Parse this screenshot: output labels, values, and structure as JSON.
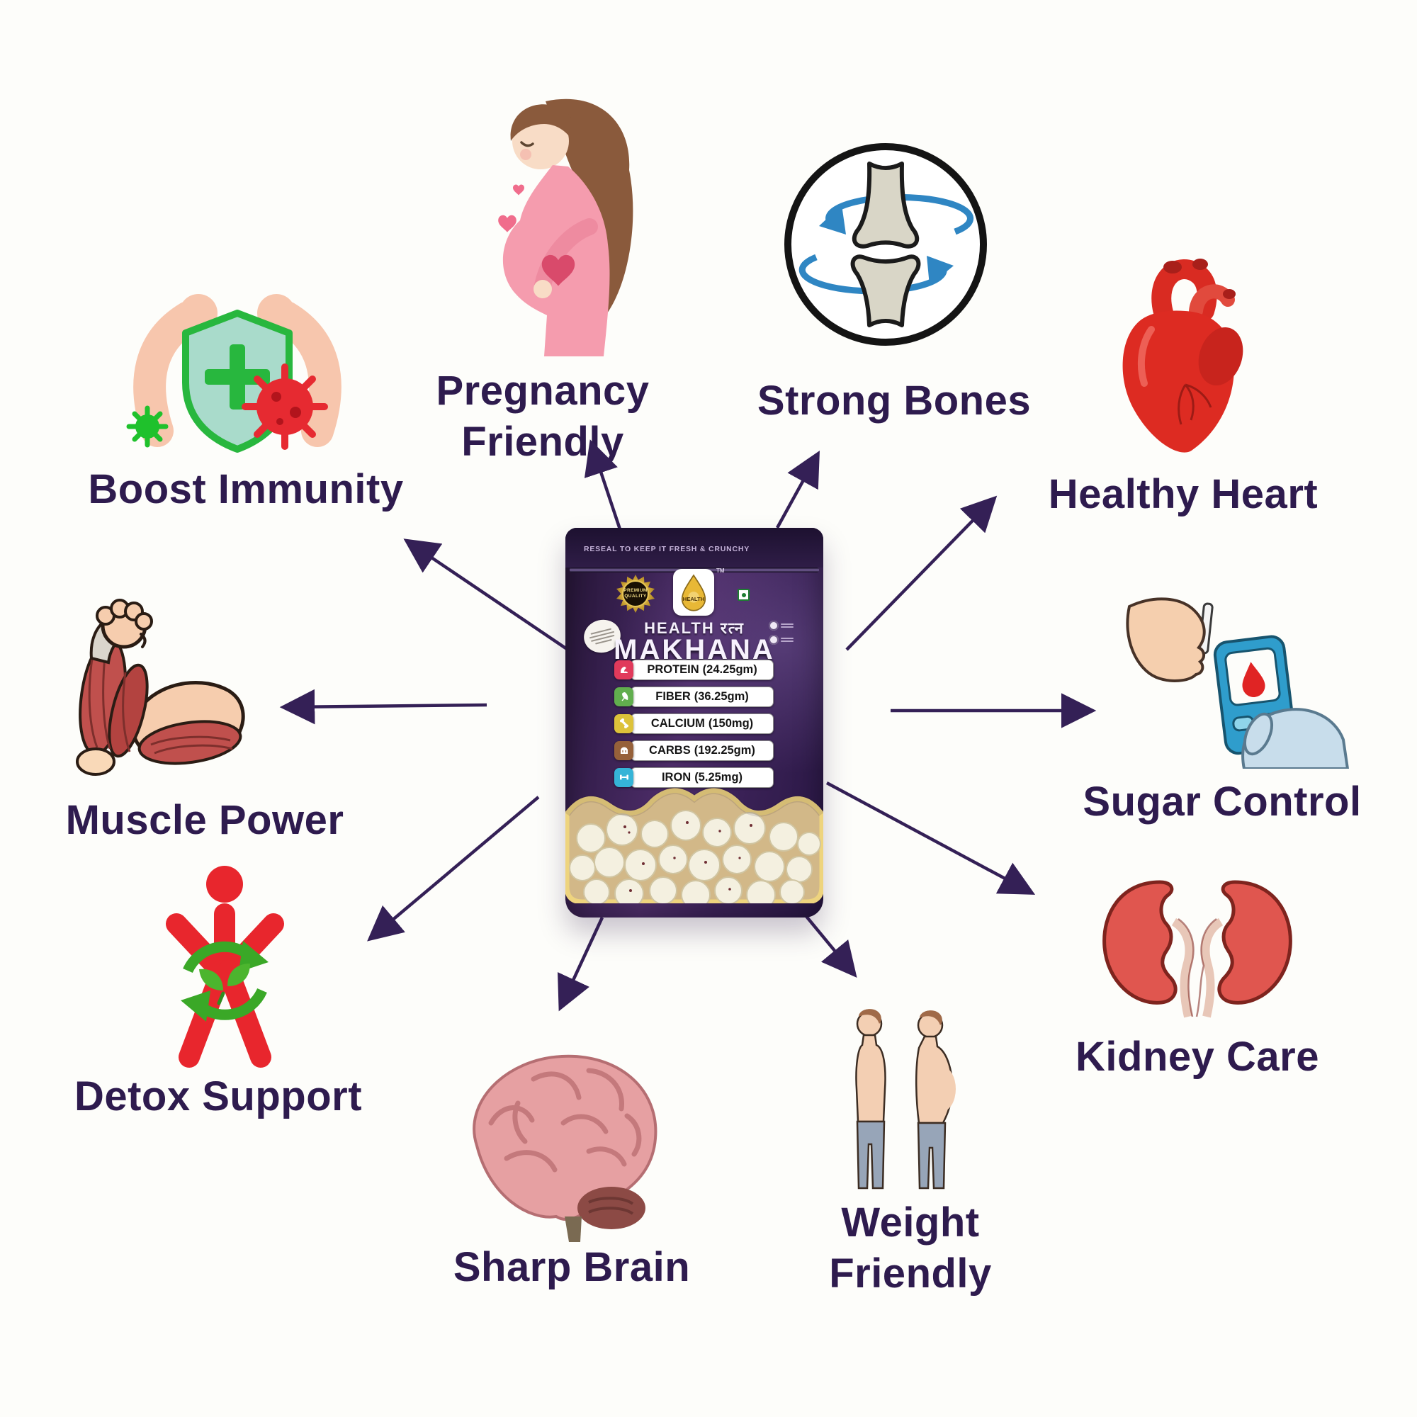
{
  "page": {
    "background": "#fdfdfa"
  },
  "colors": {
    "label_text": "#2e1b4e",
    "arrow": "#342056",
    "package_purple": "#3a2156",
    "gold_badge": "#d9b44a"
  },
  "benefits": {
    "boost_immunity": {
      "label": "Boost Immunity"
    },
    "pregnancy_friendly": {
      "line1": "Pregnancy",
      "line2": "Friendly"
    },
    "strong_bones": {
      "label": "Strong Bones"
    },
    "healthy_heart": {
      "label": "Healthy Heart"
    },
    "sugar_control": {
      "label": "Sugar Control"
    },
    "kidney_care": {
      "label": "Kidney Care"
    },
    "weight_friendly": {
      "line1": "Weight",
      "line2": "Friendly"
    },
    "sharp_brain": {
      "label": "Sharp Brain"
    },
    "detox_support": {
      "label": "Detox Support"
    },
    "muscle_power": {
      "label": "Muscle Power"
    }
  },
  "package": {
    "reseal_text": "RESEAL TO KEEP IT FRESH & CRUNCHY",
    "quality_badge": {
      "line1": "PREMIUM",
      "line2": "QUALITY"
    },
    "logo": {
      "text": "HEALTH",
      "tm": "TM"
    },
    "brand_line": "HEALTH रत्न",
    "product_name": "MAKHANA",
    "nutrition": [
      {
        "name": "PROTEIN",
        "value": "(24.25gm)",
        "color": "#e13a5b",
        "icon": "protein-muscle-icon"
      },
      {
        "name": "FIBER",
        "value": "(36.25gm)",
        "color": "#61ae4e",
        "icon": "fiber-leaf-icon"
      },
      {
        "name": "CALCIUM",
        "value": "(150mg)",
        "color": "#ddc23a",
        "icon": "calcium-bone-icon"
      },
      {
        "name": "CARBS",
        "value": "(192.25gm)",
        "color": "#96613a",
        "icon": "carbs-bread-icon"
      },
      {
        "name": "IRON",
        "value": "(5.25mg)",
        "color": "#35b4d7",
        "icon": "iron-dumbbell-icon"
      }
    ]
  }
}
